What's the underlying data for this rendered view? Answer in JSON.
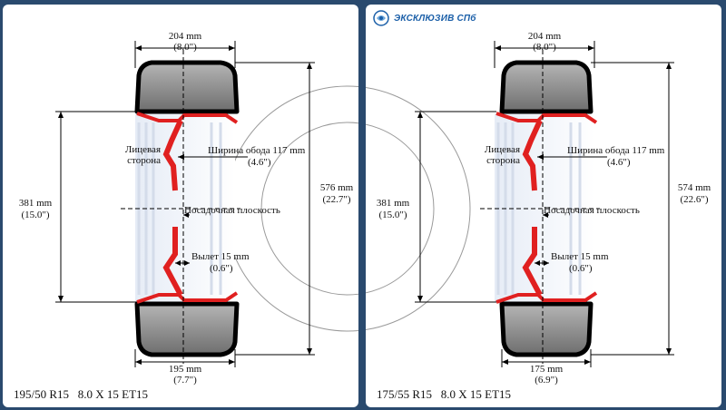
{
  "brand": {
    "name": "ЭКСКЛЮЗИВ СПб"
  },
  "colors": {
    "rim": "#e02020",
    "tire_fill": "#8a8a8a",
    "tire_outline": "#000000",
    "background": "#2a4a6e"
  },
  "labels": {
    "face_line1": "Лицевая",
    "face_line2": "сторона",
    "rim_width": "Ширина обода 117 mm",
    "rim_width_in": "(4.6\")",
    "mounting_plane": "Посадочная плоскость",
    "offset": "Вылет 15 mm",
    "offset_in": "(0.6\")"
  },
  "panels": [
    {
      "id": "left",
      "caption": "195/50 R15   8.0 X 15 ET15",
      "top_width": "204 mm",
      "top_width_in": "(8.0\")",
      "rim_dia": "381 mm",
      "rim_dia_in": "(15.0\")",
      "outer_dia": "576 mm",
      "outer_dia_in": "(22.7\")",
      "bottom_width": "195 mm",
      "bottom_width_in": "(7.7\")"
    },
    {
      "id": "right",
      "caption": "175/55 R15   8.0 X 15 ET15",
      "top_width": "204 mm",
      "top_width_in": "(8.0\")",
      "rim_dia": "381 mm",
      "rim_dia_in": "(15.0\")",
      "outer_dia": "574 mm",
      "outer_dia_in": "(22.6\")",
      "bottom_width": "175 mm",
      "bottom_width_in": "(6.9\")"
    }
  ]
}
